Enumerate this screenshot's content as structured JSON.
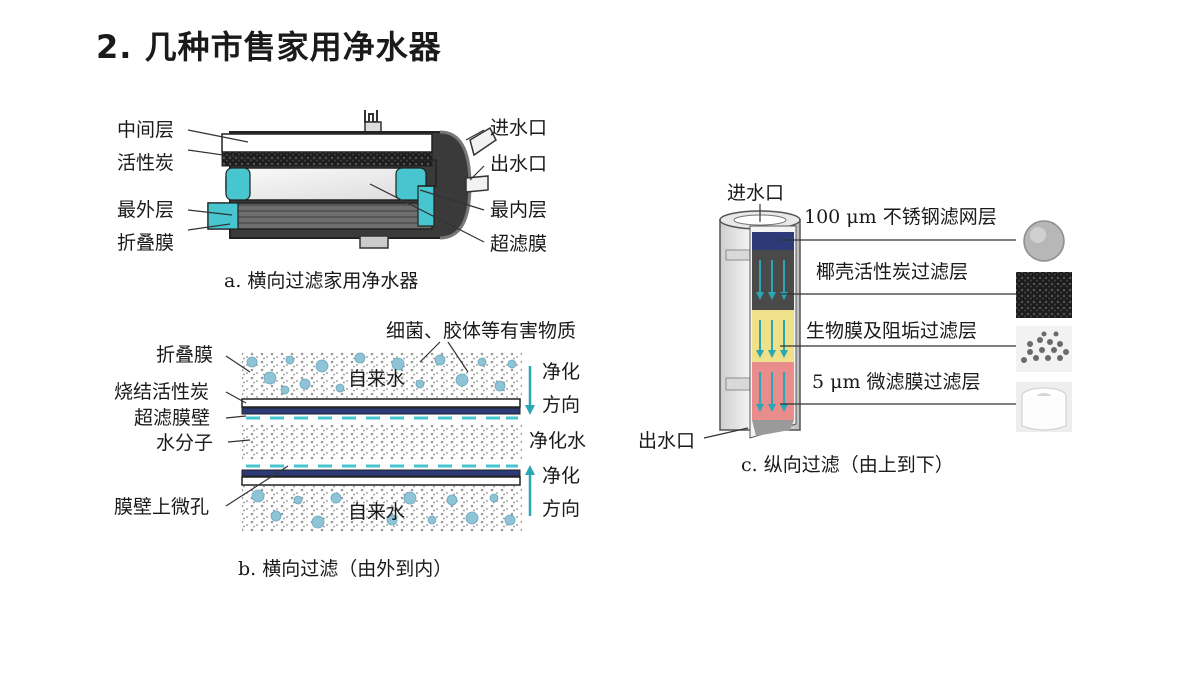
{
  "title": "2. 几种市售家用净水器",
  "figure_a": {
    "labels": {
      "middle_layer": "中间层",
      "activated_carbon": "活性炭",
      "outer_layer": "最外层",
      "folded_membrane": "折叠膜",
      "water_inlet": "进水口",
      "water_outlet": "出水口",
      "inner_layer": "最内层",
      "ultrafiltration_membrane": "超滤膜"
    },
    "caption": "a. 横向过滤家用净水器"
  },
  "figure_b": {
    "labels": {
      "bacteria": "细菌、胶体等有害物质",
      "folded_membrane": "折叠膜",
      "sintered_carbon": "烧结活性炭",
      "uf_wall": "超滤膜壁",
      "water_molecule": "水分子",
      "micropores": "膜壁上微孔",
      "tap_water_top": "自来水",
      "tap_water_bottom": "自来水",
      "purify_top_1": "净化",
      "purify_top_2": "方向",
      "purified_water": "净化水",
      "purify_bottom_1": "净化",
      "purify_bottom_2": "方向"
    },
    "caption": "b. 横向过滤（由外到内）"
  },
  "figure_c": {
    "labels": {
      "water_inlet": "进水口",
      "water_outlet": "出水口",
      "layer1": "100 μm 不锈钢滤网层",
      "layer2": "椰壳活性炭过滤层",
      "layer3": "生物膜及阻垢过滤层",
      "layer4": "5 μm 微滤膜过滤层"
    },
    "caption": "c. 纵向过滤（由上到下）"
  },
  "colors": {
    "cyan": "#47c6cf",
    "navy": "#2c3a78",
    "arrow": "#2aa6b5",
    "bead": "#8fc3d6",
    "yellow": "#efe08a",
    "red": "#e98c8c",
    "dark_gray": "#6a6a6a"
  }
}
